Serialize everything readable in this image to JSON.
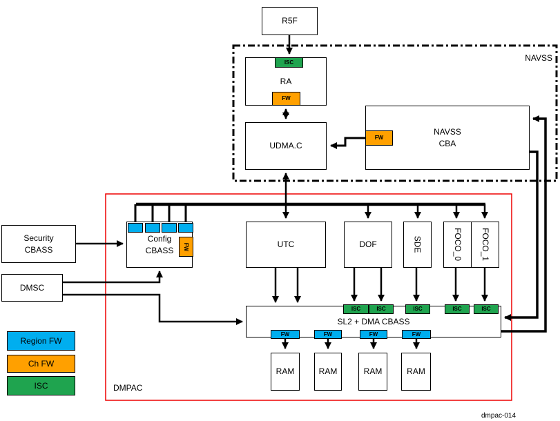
{
  "figure_id": "dmpac-014",
  "colors": {
    "region_fw_blue": "#00AEEF",
    "ch_fw_orange": "#FFA000",
    "isc_green": "#1FA44F",
    "dmpac_border_red": "#EE0000",
    "wire_black": "#000000"
  },
  "containers": {
    "navss": {
      "label": "NAVSS"
    },
    "dmpac": {
      "label": "DMPAC"
    }
  },
  "blocks": {
    "r5f": {
      "label": "R5F"
    },
    "ra": {
      "label": "RA"
    },
    "udmac": {
      "label": "UDMA.C"
    },
    "navss_cba": {
      "label": "NAVSS\nCBA"
    },
    "security_cbass": {
      "label": "Security\nCBASS"
    },
    "dmsc": {
      "label": "DMSC"
    },
    "config_cbass": {
      "label": "Config\nCBASS"
    },
    "utc": {
      "label": "UTC"
    },
    "dof": {
      "label": "DOF"
    },
    "sde": {
      "label": "SDE"
    },
    "foco_0": {
      "label": "FOCO_0"
    },
    "foco_1": {
      "label": "FOCO_1"
    },
    "sl2_dma_cbass": {
      "label": "SL2 + DMA CBASS"
    },
    "ram": {
      "label": "RAM"
    }
  },
  "tags": {
    "isc": "ISC",
    "fw": "FW"
  },
  "legend": [
    {
      "label": "Region FW",
      "color": "#00AEEF"
    },
    {
      "label": "Ch FW",
      "color": "#FFA000"
    },
    {
      "label": "ISC",
      "color": "#1FA44F"
    }
  ]
}
